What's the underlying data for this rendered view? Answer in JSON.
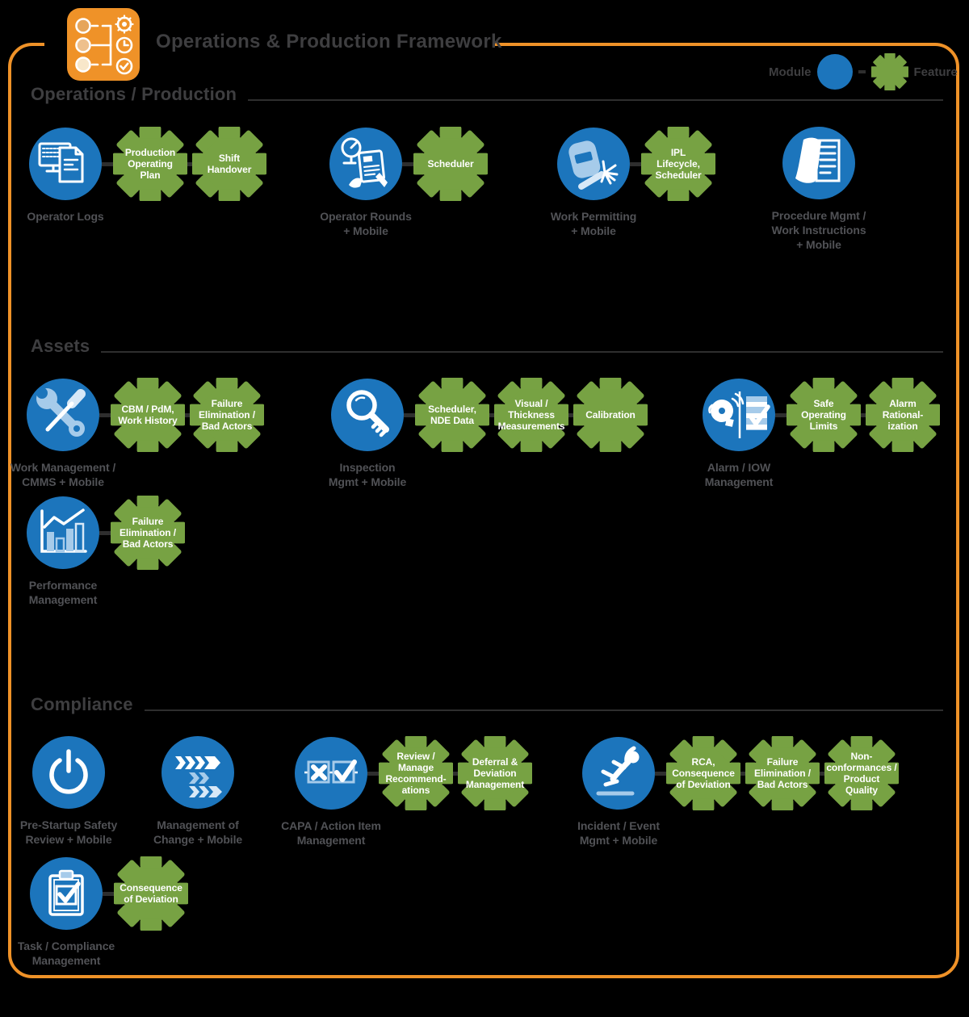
{
  "header": {
    "title": "Operations & Production Framework",
    "legend": {
      "module_label": "Module",
      "feature_label": "Feature"
    }
  },
  "colors": {
    "bg": "#000000",
    "blue": "#1c75bc",
    "green": "#77a243",
    "orange": "#ef9228",
    "lightblue": "#a6cbea",
    "paleblue": "#d7e8f7",
    "ink": "#3e3e40",
    "label": "#515256",
    "line": "#2e2e2e"
  },
  "sections": [
    {
      "heading": "Operations / Production",
      "groups": [
        {
          "module": {
            "label": "Operator Logs",
            "icon": "operator-logs-icon"
          },
          "features": [
            {
              "label": "Production\nOperating\nPlan"
            },
            {
              "label": "Shift\nHandover"
            }
          ]
        },
        {
          "module": {
            "label": "Operator Rounds\n+ Mobile",
            "icon": "operator-rounds-icon"
          },
          "features": [
            {
              "label": "Scheduler"
            }
          ]
        },
        {
          "module": {
            "label": "Work Permitting\n+ Mobile",
            "icon": "work-permitting-icon"
          },
          "features": [
            {
              "label": "IPL\nLifecycle,\nScheduler"
            }
          ]
        },
        {
          "module": {
            "label": "Procedure Mgmt /\nWork Instructions\n+ Mobile",
            "icon": "procedure-mgmt-icon"
          },
          "features": []
        }
      ]
    },
    {
      "heading": "Assets",
      "groups": [
        {
          "module": {
            "label": "Work Management /\nCMMS + Mobile",
            "icon": "work-management-icon"
          },
          "features": [
            {
              "label": "CBM / PdM,\nWork History"
            },
            {
              "label": "Failure\nElimination /\nBad Actors"
            }
          ]
        },
        {
          "module": {
            "label": "Inspection\nMgmt + Mobile",
            "icon": "inspection-icon"
          },
          "features": [
            {
              "label": "Scheduler,\nNDE Data"
            },
            {
              "label": "Visual /\nThickness\nMeasurements"
            },
            {
              "label": "Calibration"
            }
          ]
        },
        {
          "module": {
            "label": "Alarm / IOW\nManagement",
            "icon": "alarm-iow-icon"
          },
          "features": [
            {
              "label": "Safe\nOperating\nLimits"
            },
            {
              "label": "Alarm\nRational-\nization"
            }
          ]
        },
        {
          "module": {
            "label": "Performance\nManagement",
            "icon": "performance-icon"
          },
          "features": [
            {
              "label": "Failure\nElimination /\nBad Actors"
            }
          ]
        }
      ]
    },
    {
      "heading": "Compliance",
      "groups": [
        {
          "module": {
            "label": "Pre-Startup Safety\nReview + Mobile",
            "icon": "pre-startup-icon"
          },
          "features": []
        },
        {
          "module": {
            "label": "Management of\nChange + Mobile",
            "icon": "management-of-change-icon"
          },
          "features": []
        },
        {
          "module": {
            "label": "CAPA / Action Item\nManagement",
            "icon": "capa-icon"
          },
          "features": [
            {
              "label": "Review /\nManage\nRecommend-\nations"
            },
            {
              "label": "Deferral &\nDeviation\nManagement"
            }
          ]
        },
        {
          "module": {
            "label": "Incident / Event\nMgmt + Mobile",
            "icon": "incident-icon"
          },
          "features": [
            {
              "label": "RCA,\nConsequence\nof Deviation"
            },
            {
              "label": "Failure\nElimination /\nBad Actors"
            },
            {
              "label": "Non-\nconformances /\nProduct\nQuality"
            }
          ]
        },
        {
          "module": {
            "label": "Task / Compliance\nManagement",
            "icon": "task-compliance-icon"
          },
          "features": [
            {
              "label": "Consequence\nof Deviation"
            }
          ]
        }
      ]
    }
  ]
}
